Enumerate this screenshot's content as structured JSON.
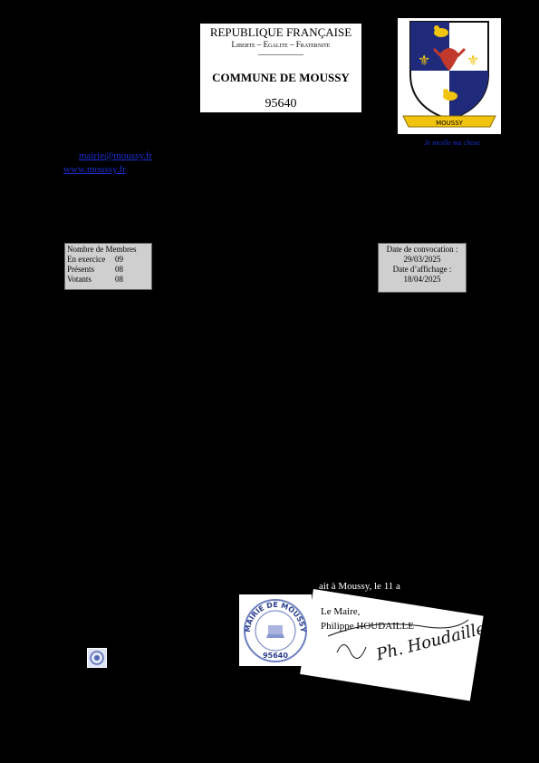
{
  "header": {
    "line1": "REPUBLIQUE FRANÇAISE",
    "line2": "Liberte – Egalite – Fraternite",
    "commune": "COMMUNE DE MOUSSY",
    "zip": "95640"
  },
  "crest": {
    "banner": "MOUSSY",
    "motto": "Je meslle ma chose"
  },
  "contact": {
    "email": "mairie@moussy.fr",
    "website": "www.moussy.fr"
  },
  "members": {
    "title": "Nombre de Membres",
    "rows": [
      {
        "label": "En exercice",
        "value": "09"
      },
      {
        "label": "Présents",
        "value": "08"
      },
      {
        "label": "Votants",
        "value": "08"
      }
    ]
  },
  "dates": {
    "convocation_label": "Date de convocation :",
    "convocation_value": "29/03/2025",
    "affichage_label": "Date d’affichage :",
    "affichage_value": "18/04/2025"
  },
  "signature": {
    "done_at": "ait à Moussy, le 11 a",
    "role": "Le Maire,",
    "name": "Philippe HOUDAILLE",
    "handwriting": "Ph. Houdaille"
  },
  "seal": {
    "top_text": "MAIRIE DE MOUSSY",
    "bottom_text": "95640"
  },
  "colors": {
    "background": "#000000",
    "link": "#1a2fd1",
    "box": "#cfcfcf",
    "crest_blue": "#1f2a7a",
    "crest_red": "#c0392b",
    "crest_gold": "#f1c40f"
  }
}
